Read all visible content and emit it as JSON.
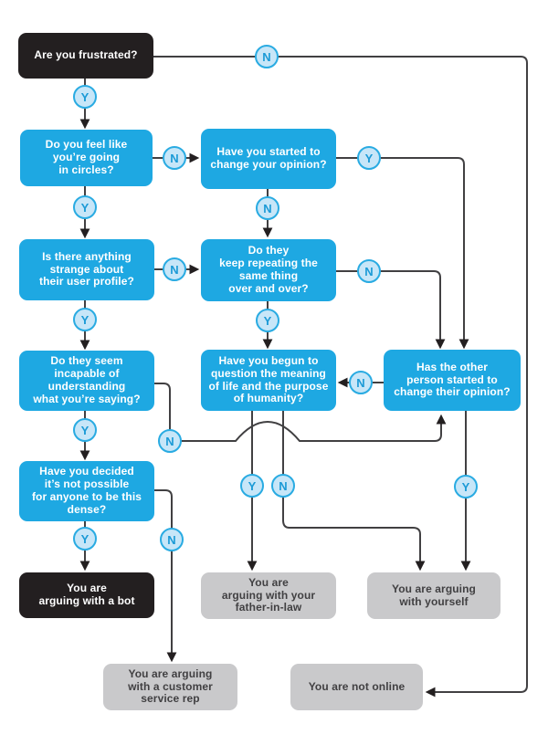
{
  "palette": {
    "question_blue": "#1ea8e2",
    "terminal_black": "#231f20",
    "terminal_gray": "#c9c9cb",
    "badge_fill": "#c7e6f8",
    "badge_border": "#29abe2",
    "badge_text": "#1b9ad6",
    "line_color": "#414042",
    "text_on_blue": "#ffffff",
    "text_on_gray": "#414042"
  },
  "nodes": [
    {
      "id": "frustrated",
      "type": "question-start",
      "label": "Are you frustrated?"
    },
    {
      "id": "going-in-circles",
      "type": "question",
      "label": "Do you feel like\nyou’re going\nin circles?"
    },
    {
      "id": "started-to-change",
      "type": "question",
      "label": "Have you started to\nchange your opinion?"
    },
    {
      "id": "strange-profile",
      "type": "question",
      "label": "Is there anything\nstrange about\ntheir user profile?"
    },
    {
      "id": "keep-repeating",
      "type": "question",
      "label": "Do they\nkeep repeating the\nsame thing\nover and over?"
    },
    {
      "id": "incapable",
      "type": "question",
      "label": "Do they seem\nincapable of\nunderstanding\nwhat you’re saying?"
    },
    {
      "id": "meaning-of-life",
      "type": "question",
      "label": "Have you begun to\nquestion the meaning\nof life and the purpose\nof humanity?"
    },
    {
      "id": "other-person",
      "type": "question",
      "label": "Has the other\nperson started to\nchange their opinion?"
    },
    {
      "id": "anyone-this-dense",
      "type": "question",
      "label": "Have you decided\nit’s not possible\nfor anyone to be this\ndense?"
    },
    {
      "id": "bot",
      "type": "outcome-black",
      "label": "You are\narguing with a bot"
    },
    {
      "id": "father-in-law",
      "type": "outcome-gray",
      "label": "You are\narguing with your\nfather-in-law"
    },
    {
      "id": "yourself",
      "type": "outcome-gray",
      "label": "You are arguing\nwith yourself"
    },
    {
      "id": "customer-service",
      "type": "outcome-gray",
      "label": "You are arguing\nwith a customer\nservice rep"
    },
    {
      "id": "not-online",
      "type": "outcome-gray",
      "label": "You are not online"
    }
  ],
  "edges": [
    {
      "from": "frustrated",
      "to": "going-in-circles",
      "label": "Y"
    },
    {
      "from": "frustrated",
      "to": "not-online",
      "label": "N"
    },
    {
      "from": "going-in-circles",
      "to": "started-to-change",
      "label": "N"
    },
    {
      "from": "going-in-circles",
      "to": "strange-profile",
      "label": "Y"
    },
    {
      "from": "started-to-change",
      "to": "other-person",
      "label": "Y"
    },
    {
      "from": "started-to-change",
      "to": "keep-repeating",
      "label": "N"
    },
    {
      "from": "strange-profile",
      "to": "keep-repeating",
      "label": "N"
    },
    {
      "from": "strange-profile",
      "to": "incapable",
      "label": "Y"
    },
    {
      "from": "keep-repeating",
      "to": "other-person",
      "label": "N"
    },
    {
      "from": "keep-repeating",
      "to": "meaning-of-life",
      "label": "Y"
    },
    {
      "from": "incapable",
      "to": "anyone-this-dense",
      "label": "Y"
    },
    {
      "from": "incapable",
      "to": "other-person",
      "label": "N"
    },
    {
      "from": "meaning-of-life",
      "to": "father-in-law",
      "label": "Y"
    },
    {
      "from": "meaning-of-life",
      "to": "yourself",
      "label": "N"
    },
    {
      "from": "other-person",
      "to": "meaning-of-life",
      "label": "N"
    },
    {
      "from": "other-person",
      "to": "yourself",
      "label": "Y"
    },
    {
      "from": "anyone-this-dense",
      "to": "bot",
      "label": "Y"
    },
    {
      "from": "anyone-this-dense",
      "to": "customer-service",
      "label": "N"
    }
  ]
}
